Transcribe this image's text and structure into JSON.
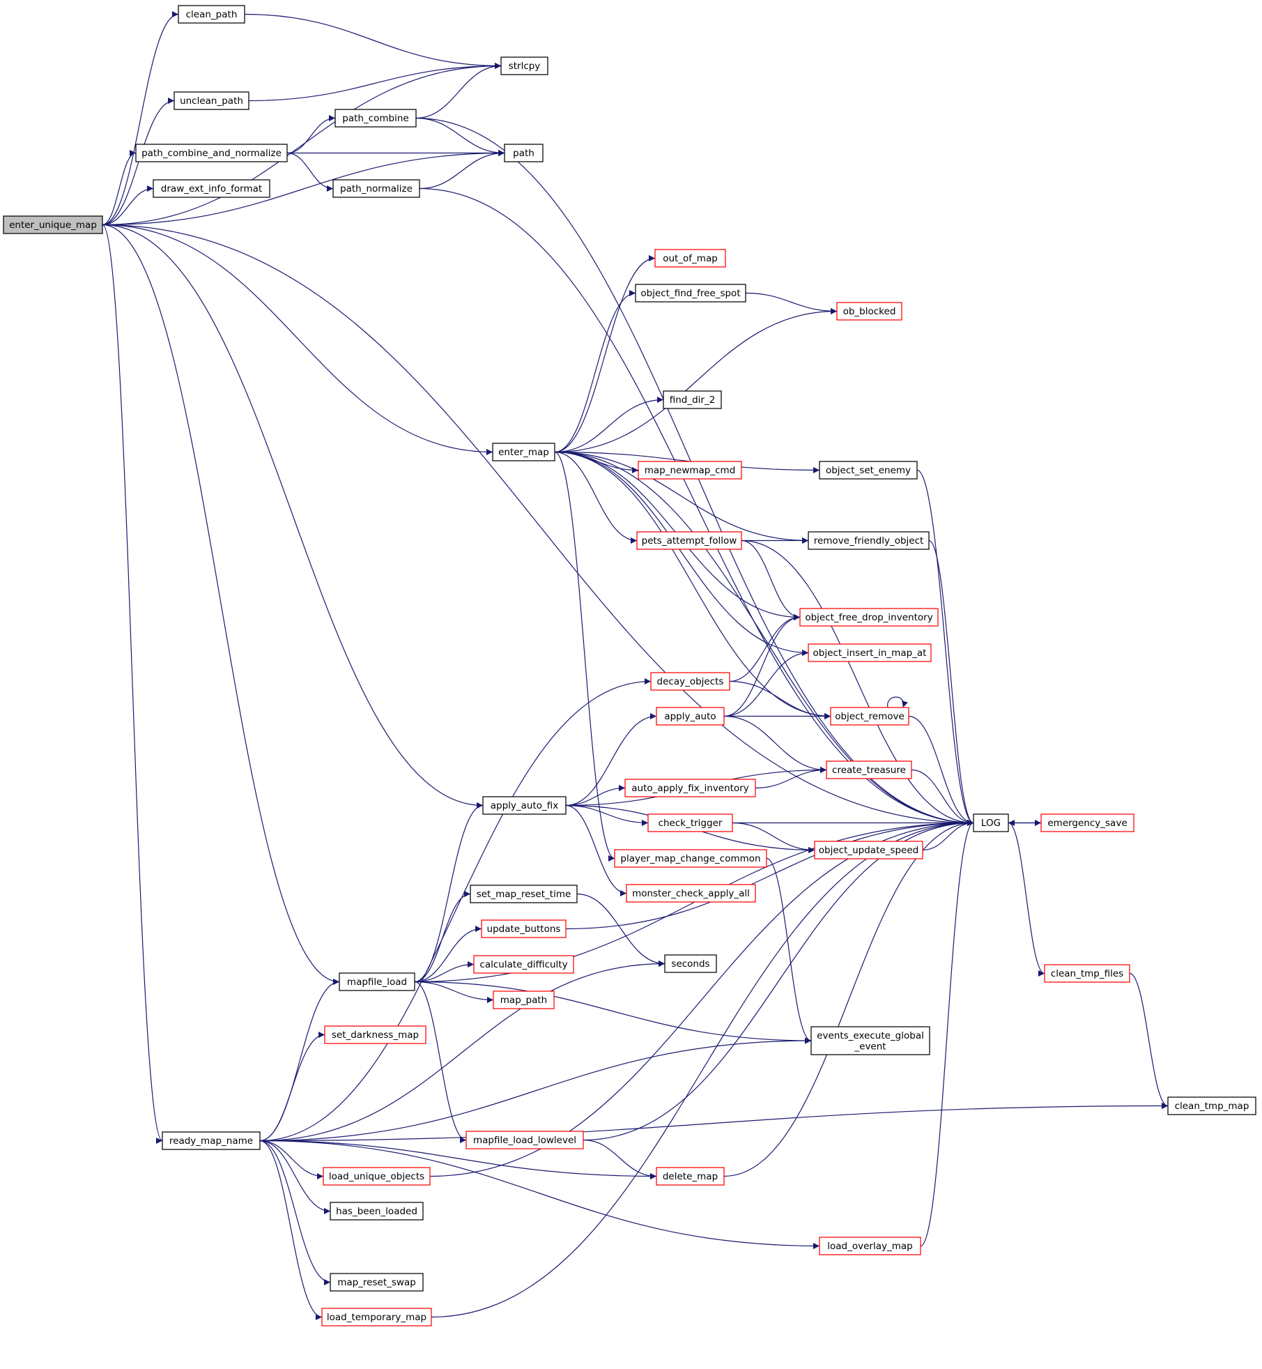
{
  "colors": {
    "edge": "#191970",
    "node_border": "#000000",
    "node_border_incomplete": "#ff0000",
    "root_fill": "#bfbfbf",
    "node_fill": "#ffffff"
  },
  "nodes": [
    {
      "id": "enter_unique_map",
      "label": "enter_unique_map",
      "style": "root"
    },
    {
      "id": "clean_path",
      "label": "clean_path",
      "style": "normal"
    },
    {
      "id": "strlcpy",
      "label": "strlcpy",
      "style": "normal"
    },
    {
      "id": "unclean_path",
      "label": "unclean_path",
      "style": "normal"
    },
    {
      "id": "path_combine",
      "label": "path_combine",
      "style": "normal"
    },
    {
      "id": "path_combine_and_normalize",
      "label": "path_combine_and_normalize",
      "style": "normal"
    },
    {
      "id": "path",
      "label": "path",
      "style": "normal"
    },
    {
      "id": "draw_ext_info_format",
      "label": "draw_ext_info_format",
      "style": "normal"
    },
    {
      "id": "path_normalize",
      "label": "path_normalize",
      "style": "normal"
    },
    {
      "id": "out_of_map",
      "label": "out_of_map",
      "style": "red"
    },
    {
      "id": "object_find_free_spot",
      "label": "object_find_free_spot",
      "style": "normal"
    },
    {
      "id": "ob_blocked",
      "label": "ob_blocked",
      "style": "red"
    },
    {
      "id": "find_dir_2",
      "label": "find_dir_2",
      "style": "normal"
    },
    {
      "id": "enter_map",
      "label": "enter_map",
      "style": "normal"
    },
    {
      "id": "map_newmap_cmd",
      "label": "map_newmap_cmd",
      "style": "red"
    },
    {
      "id": "object_set_enemy",
      "label": "object_set_enemy",
      "style": "normal"
    },
    {
      "id": "pets_attempt_follow",
      "label": "pets_attempt_follow",
      "style": "red"
    },
    {
      "id": "remove_friendly_object",
      "label": "remove_friendly_object",
      "style": "normal"
    },
    {
      "id": "object_free_drop_inventory",
      "label": "object_free_drop_inventory",
      "style": "red"
    },
    {
      "id": "object_insert_in_map_at",
      "label": "object_insert_in_map_at",
      "style": "red"
    },
    {
      "id": "decay_objects",
      "label": "decay_objects",
      "style": "red"
    },
    {
      "id": "apply_auto",
      "label": "apply_auto",
      "style": "red"
    },
    {
      "id": "object_remove",
      "label": "object_remove",
      "style": "red"
    },
    {
      "id": "create_treasure",
      "label": "create_treasure",
      "style": "red"
    },
    {
      "id": "auto_apply_fix_inventory",
      "label": "auto_apply_fix_inventory",
      "style": "red"
    },
    {
      "id": "apply_auto_fix",
      "label": "apply_auto_fix",
      "style": "normal"
    },
    {
      "id": "check_trigger",
      "label": "check_trigger",
      "style": "red"
    },
    {
      "id": "LOG",
      "label": "LOG",
      "style": "normal"
    },
    {
      "id": "emergency_save",
      "label": "emergency_save",
      "style": "red"
    },
    {
      "id": "object_update_speed",
      "label": "object_update_speed",
      "style": "red"
    },
    {
      "id": "player_map_change_common",
      "label": "player_map_change_common",
      "style": "red"
    },
    {
      "id": "monster_check_apply_all",
      "label": "monster_check_apply_all",
      "style": "red"
    },
    {
      "id": "set_map_reset_time",
      "label": "set_map_reset_time",
      "style": "normal"
    },
    {
      "id": "update_buttons",
      "label": "update_buttons",
      "style": "red"
    },
    {
      "id": "seconds",
      "label": "seconds",
      "style": "normal"
    },
    {
      "id": "calculate_difficulty",
      "label": "calculate_difficulty",
      "style": "red"
    },
    {
      "id": "mapfile_load",
      "label": "mapfile_load",
      "style": "normal"
    },
    {
      "id": "clean_tmp_files",
      "label": "clean_tmp_files",
      "style": "red"
    },
    {
      "id": "map_path",
      "label": "map_path",
      "style": "red"
    },
    {
      "id": "set_darkness_map",
      "label": "set_darkness_map",
      "style": "red"
    },
    {
      "id": "events_execute_global_event",
      "label": "events_execute_global\n_event",
      "style": "normal"
    },
    {
      "id": "clean_tmp_map",
      "label": "clean_tmp_map",
      "style": "normal"
    },
    {
      "id": "ready_map_name",
      "label": "ready_map_name",
      "style": "normal"
    },
    {
      "id": "mapfile_load_lowlevel",
      "label": "mapfile_load_lowlevel",
      "style": "red"
    },
    {
      "id": "load_unique_objects",
      "label": "load_unique_objects",
      "style": "red"
    },
    {
      "id": "delete_map",
      "label": "delete_map",
      "style": "red"
    },
    {
      "id": "has_been_loaded",
      "label": "has_been_loaded",
      "style": "normal"
    },
    {
      "id": "load_overlay_map",
      "label": "load_overlay_map",
      "style": "red"
    },
    {
      "id": "map_reset_swap",
      "label": "map_reset_swap",
      "style": "normal"
    },
    {
      "id": "load_temporary_map",
      "label": "load_temporary_map",
      "style": "red"
    }
  ],
  "edges": [
    [
      "enter_unique_map",
      "clean_path"
    ],
    [
      "enter_unique_map",
      "strlcpy"
    ],
    [
      "enter_unique_map",
      "unclean_path"
    ],
    [
      "enter_unique_map",
      "path_combine_and_normalize"
    ],
    [
      "enter_unique_map",
      "draw_ext_info_format"
    ],
    [
      "enter_unique_map",
      "path"
    ],
    [
      "enter_unique_map",
      "LOG"
    ],
    [
      "enter_unique_map",
      "enter_map"
    ],
    [
      "enter_unique_map",
      "apply_auto_fix"
    ],
    [
      "enter_unique_map",
      "mapfile_load"
    ],
    [
      "enter_unique_map",
      "ready_map_name"
    ],
    [
      "clean_path",
      "strlcpy"
    ],
    [
      "unclean_path",
      "strlcpy"
    ],
    [
      "path_combine",
      "strlcpy"
    ],
    [
      "path_combine",
      "LOG"
    ],
    [
      "path_combine",
      "path"
    ],
    [
      "path_combine_and_normalize",
      "path_combine"
    ],
    [
      "path_combine_and_normalize",
      "path"
    ],
    [
      "path_combine_and_normalize",
      "path_normalize"
    ],
    [
      "path_normalize",
      "path"
    ],
    [
      "path_normalize",
      "LOG"
    ],
    [
      "enter_map",
      "out_of_map"
    ],
    [
      "enter_map",
      "object_find_free_spot"
    ],
    [
      "enter_map",
      "ob_blocked"
    ],
    [
      "enter_map",
      "LOG"
    ],
    [
      "enter_map",
      "find_dir_2"
    ],
    [
      "enter_map",
      "map_newmap_cmd"
    ],
    [
      "enter_map",
      "object_set_enemy"
    ],
    [
      "enter_map",
      "remove_friendly_object"
    ],
    [
      "enter_map",
      "pets_attempt_follow"
    ],
    [
      "enter_map",
      "object_free_drop_inventory"
    ],
    [
      "enter_map",
      "object_insert_in_map_at"
    ],
    [
      "enter_map",
      "object_remove"
    ],
    [
      "enter_map",
      "player_map_change_common"
    ],
    [
      "object_find_free_spot",
      "ob_blocked"
    ],
    [
      "object_set_enemy",
      "LOG"
    ],
    [
      "pets_attempt_follow",
      "remove_friendly_object"
    ],
    [
      "pets_attempt_follow",
      "object_free_drop_inventory"
    ],
    [
      "pets_attempt_follow",
      "LOG"
    ],
    [
      "remove_friendly_object",
      "LOG"
    ],
    [
      "decay_objects",
      "object_free_drop_inventory"
    ],
    [
      "decay_objects",
      "object_remove"
    ],
    [
      "apply_auto",
      "object_free_drop_inventory"
    ],
    [
      "apply_auto",
      "object_insert_in_map_at"
    ],
    [
      "apply_auto",
      "object_remove"
    ],
    [
      "apply_auto",
      "create_treasure"
    ],
    [
      "object_remove",
      "object_remove"
    ],
    [
      "object_remove",
      "LOG"
    ],
    [
      "create_treasure",
      "LOG"
    ],
    [
      "auto_apply_fix_inventory",
      "create_treasure"
    ],
    [
      "apply_auto_fix",
      "apply_auto"
    ],
    [
      "apply_auto_fix",
      "create_treasure"
    ],
    [
      "apply_auto_fix",
      "auto_apply_fix_inventory"
    ],
    [
      "apply_auto_fix",
      "check_trigger"
    ],
    [
      "apply_auto_fix",
      "monster_check_apply_all"
    ],
    [
      "apply_auto_fix",
      "object_update_speed"
    ],
    [
      "check_trigger",
      "LOG"
    ],
    [
      "check_trigger",
      "object_update_speed"
    ],
    [
      "object_update_speed",
      "LOG"
    ],
    [
      "LOG",
      "emergency_save"
    ],
    [
      "LOG",
      "clean_tmp_files"
    ],
    [
      "emergency_save",
      "LOG"
    ],
    [
      "player_map_change_common",
      "events_execute_global_event"
    ],
    [
      "set_map_reset_time",
      "seconds"
    ],
    [
      "update_buttons",
      "LOG"
    ],
    [
      "mapfile_load",
      "apply_auto_fix"
    ],
    [
      "mapfile_load",
      "set_map_reset_time"
    ],
    [
      "mapfile_load",
      "update_buttons"
    ],
    [
      "mapfile_load",
      "calculate_difficulty"
    ],
    [
      "mapfile_load",
      "map_path"
    ],
    [
      "mapfile_load",
      "events_execute_global_event"
    ],
    [
      "mapfile_load",
      "LOG"
    ],
    [
      "mapfile_load",
      "mapfile_load_lowlevel"
    ],
    [
      "clean_tmp_files",
      "clean_tmp_map"
    ],
    [
      "ready_map_name",
      "decay_objects"
    ],
    [
      "ready_map_name",
      "seconds"
    ],
    [
      "ready_map_name",
      "mapfile_load"
    ],
    [
      "ready_map_name",
      "set_darkness_map"
    ],
    [
      "ready_map_name",
      "events_execute_global_event"
    ],
    [
      "ready_map_name",
      "delete_map"
    ],
    [
      "ready_map_name",
      "load_unique_objects"
    ],
    [
      "ready_map_name",
      "has_been_loaded"
    ],
    [
      "ready_map_name",
      "load_overlay_map"
    ],
    [
      "ready_map_name",
      "map_reset_swap"
    ],
    [
      "ready_map_name",
      "load_temporary_map"
    ],
    [
      "ready_map_name",
      "clean_tmp_map"
    ],
    [
      "mapfile_load_lowlevel",
      "LOG"
    ],
    [
      "mapfile_load_lowlevel",
      "delete_map"
    ],
    [
      "load_unique_objects",
      "LOG"
    ],
    [
      "delete_map",
      "LOG"
    ],
    [
      "load_overlay_map",
      "LOG"
    ],
    [
      "load_temporary_map",
      "LOG"
    ]
  ]
}
